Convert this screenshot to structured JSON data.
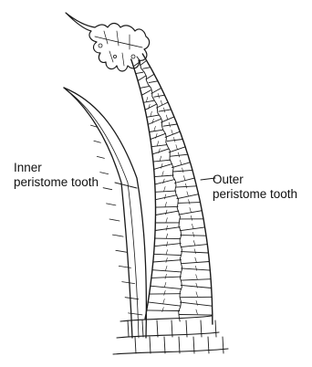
{
  "figure": {
    "labels": {
      "inner_line1": "Inner",
      "inner_line2": "peristome tooth",
      "outer_line1": "Outer",
      "outer_line2": "peristome tooth"
    }
  }
}
